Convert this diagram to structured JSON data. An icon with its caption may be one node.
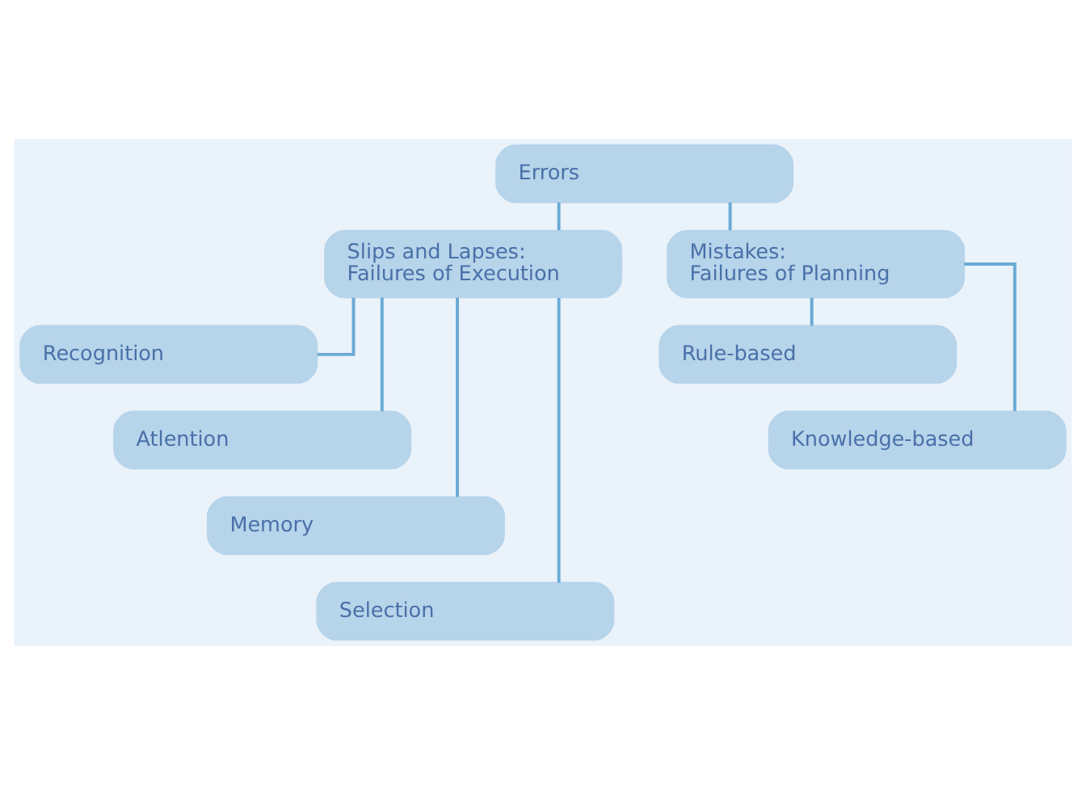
{
  "diagram": {
    "nodes": [
      {
        "text": [
          "Errors"
        ]
      },
      {
        "text": [
          "Slips and Lapses: Failures of Execution"
        ]
      },
      {
        "text": [
          "Mistakes: Failures of Planning"
        ]
      },
      {
        "text": [
          "Recognition"
        ]
      },
      {
        "text": [
          "Atlention"
        ]
      },
      {
        "text": [
          "Memory"
        ]
      },
      {
        "text": [
          "Selection"
        ]
      },
      {
        "text": [
          "Rule-based"
        ]
      },
      {
        "text": [
          "Knowledge-based"
        ]
      }
    ],
    "edges": [
      {
        "from": 0,
        "to": 1,
        "arrow": "none"
      },
      {
        "from": 0,
        "to": 2,
        "arrow": "none"
      },
      {
        "from": 1,
        "to": 3,
        "arrow": "none"
      },
      {
        "from": 1,
        "to": 4,
        "arrow": "none"
      },
      {
        "from": 1,
        "to": 5,
        "arrow": "none"
      },
      {
        "from": 1,
        "to": 6,
        "arrow": "none"
      },
      {
        "from": 2,
        "to": 7,
        "arrow": "none"
      },
      {
        "from": 2,
        "to": 8,
        "arrow": "none"
      }
    ]
  }
}
